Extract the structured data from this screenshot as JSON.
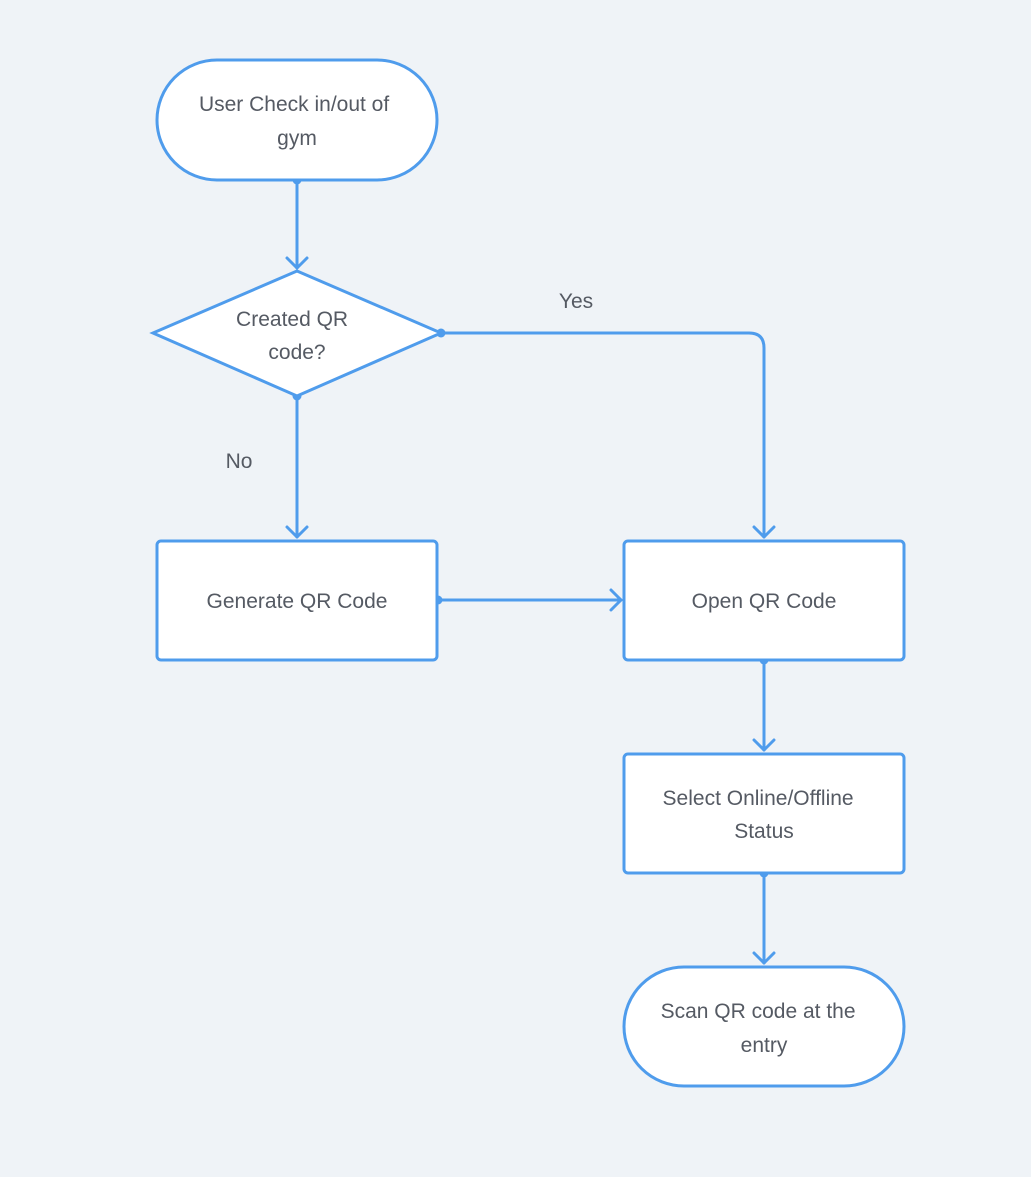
{
  "diagram": {
    "nodes": {
      "start": {
        "lines": [
          "User Check in/out of",
          "gym"
        ]
      },
      "decision": {
        "lines": [
          "Created QR",
          "code?"
        ]
      },
      "generate": {
        "lines": [
          "Generate QR Code"
        ]
      },
      "open": {
        "lines": [
          "Open QR Code"
        ]
      },
      "select": {
        "lines": [
          "Select Online/Offline",
          "Status"
        ]
      },
      "scan": {
        "lines": [
          "Scan QR code at the",
          "entry"
        ]
      }
    },
    "edges": {
      "yes_label": "Yes",
      "no_label": "No"
    }
  }
}
